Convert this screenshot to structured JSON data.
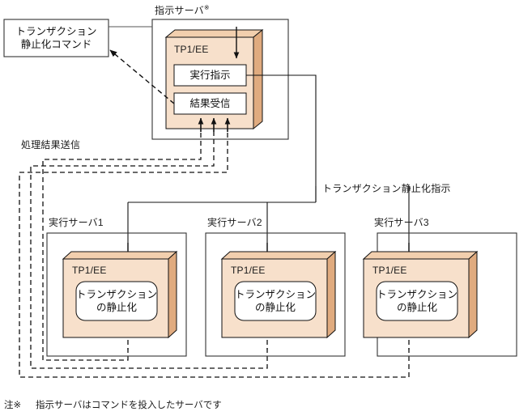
{
  "diagram": {
    "title_note_marker": "※",
    "command_box": {
      "line1": "トランザクション",
      "line2": "静止化コマンド",
      "text": "トランザクション\n静止化コマンド"
    },
    "instruction_server": {
      "label": "指示サーバ",
      "label_sup": "※",
      "tp1ee_label": "TP1/EE",
      "inner_boxes": [
        {
          "label": "実行指示"
        },
        {
          "label": "結果受信"
        }
      ]
    },
    "flow_labels": {
      "result_send": "処理結果送信",
      "quiesce_instruction": "トランザクション静止化指示"
    },
    "execution_servers": [
      {
        "label": "実行サーバ1",
        "tp1ee_label": "TP1/EE",
        "inner_label": "トランザクション\nの静止化"
      },
      {
        "label": "実行サーバ2",
        "tp1ee_label": "TP1/EE",
        "inner_label": "トランザクション\nの静止化"
      },
      {
        "label": "実行サーバ3",
        "tp1ee_label": "TP1/EE",
        "inner_label": "トランザクション\nの静止化"
      }
    ],
    "footnote": {
      "marker": "注※",
      "text": "指示サーバはコマンドを投入したサーバです"
    },
    "colors": {
      "box_fill": "#f7e0cb",
      "box_side": "#e0ab7f",
      "box_top": "#f2cfae",
      "stroke": "#1a1a1a",
      "outer_stroke": "#333333",
      "white": "#ffffff"
    }
  }
}
